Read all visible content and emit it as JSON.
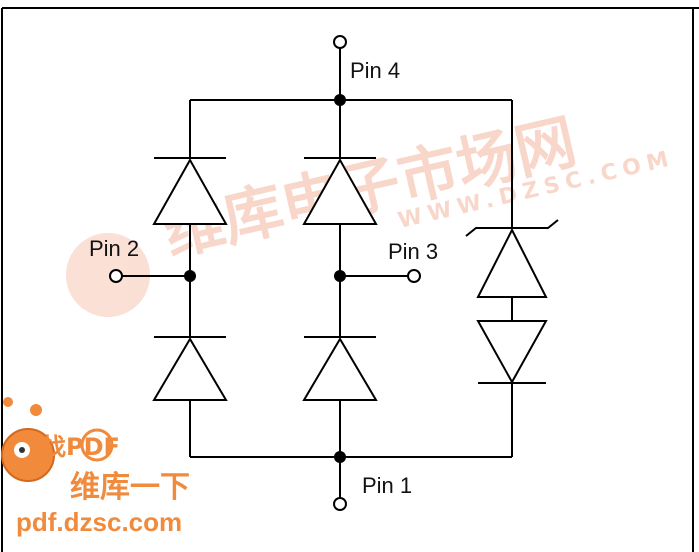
{
  "diagram": {
    "pins": {
      "pin4": "Pin 4",
      "pin2": "Pin 2",
      "pin3": "Pin 3",
      "pin1": "Pin 1"
    }
  },
  "watermark": {
    "center_cn": "维库电子市场网",
    "center_url": "WWW.DZSC.COM",
    "corner_cn_top": "找PDF",
    "corner_cn_bottom": "维库一下",
    "corner_url": "pdf.dzsc.com"
  },
  "colors": {
    "line": "#000000",
    "watermark": "#f3b7a0",
    "watermark_logo": "#f08a3c"
  }
}
